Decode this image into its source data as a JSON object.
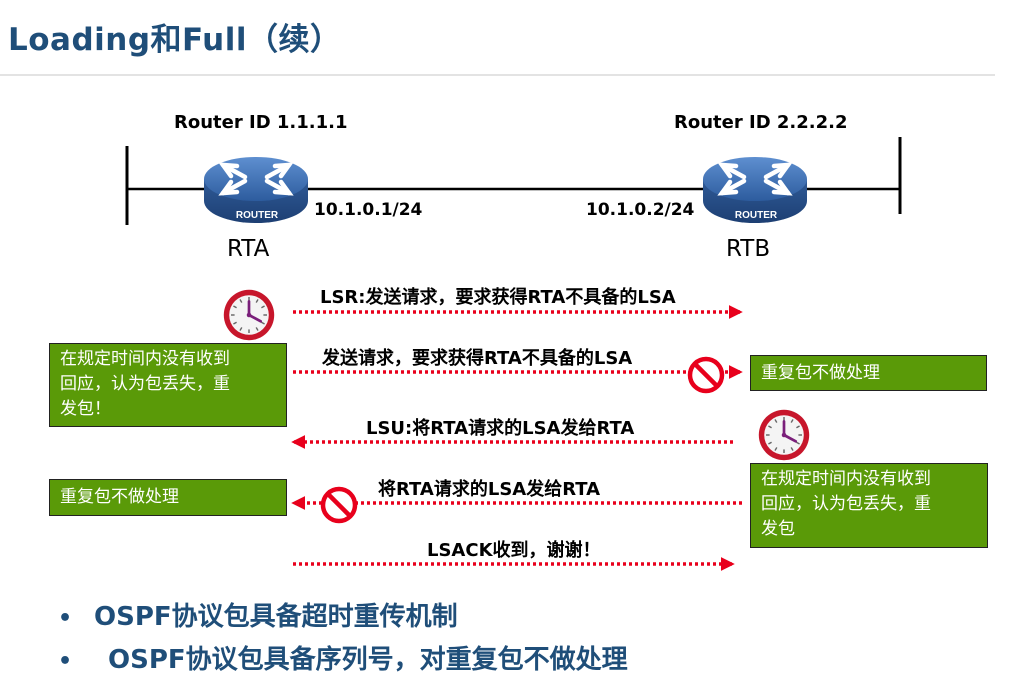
{
  "title": "Loading和Full（续）",
  "routers": [
    {
      "router_id": "Router ID 1.1.1.1",
      "ip": "10.1.0.1/24",
      "name": "RTA",
      "badge": "ROUTER"
    },
    {
      "router_id": "Router ID 2.2.2.2",
      "ip": "10.1.0.2/24",
      "name": "RTB",
      "badge": "ROUTER"
    }
  ],
  "messages": [
    {
      "text": "LSR:发送请求，要求获得RTA不具备的LSA",
      "direction": "right"
    },
    {
      "text": "发送请求，要求获得RTA不具备的LSA",
      "direction": "right",
      "blocked": true
    },
    {
      "text": "LSU:将RTA请求的LSA发给RTA",
      "direction": "left"
    },
    {
      "text": "将RTA请求的LSA发给RTA",
      "direction": "left",
      "blocked": true
    },
    {
      "text": "LSACK收到，谢谢！",
      "direction": "right"
    }
  ],
  "notes": {
    "left_timeout": [
      "在规定时间内没有收到",
      "回应，认为包丢失，重",
      "发包！"
    ],
    "right_duplicate": "重复包不做处理",
    "right_timeout": [
      "在规定时间内没有收到",
      "回应，认为包丢失，重",
      "发包"
    ],
    "left_duplicate": "重复包不做处理"
  },
  "bullets": [
    {
      "marker": "•",
      "text": "OSPF协议包具备超时重传机制"
    },
    {
      "marker": "•",
      "text": "OSPF协议包具备序列号，对重复包不做处理"
    }
  ],
  "colors": {
    "title": "#1f4e79",
    "arrow": "#e8001c",
    "note_bg": "#5a9a08",
    "router": "#3a6fb0"
  },
  "icons": [
    "router-icon",
    "clock-icon",
    "no-entry-icon"
  ]
}
